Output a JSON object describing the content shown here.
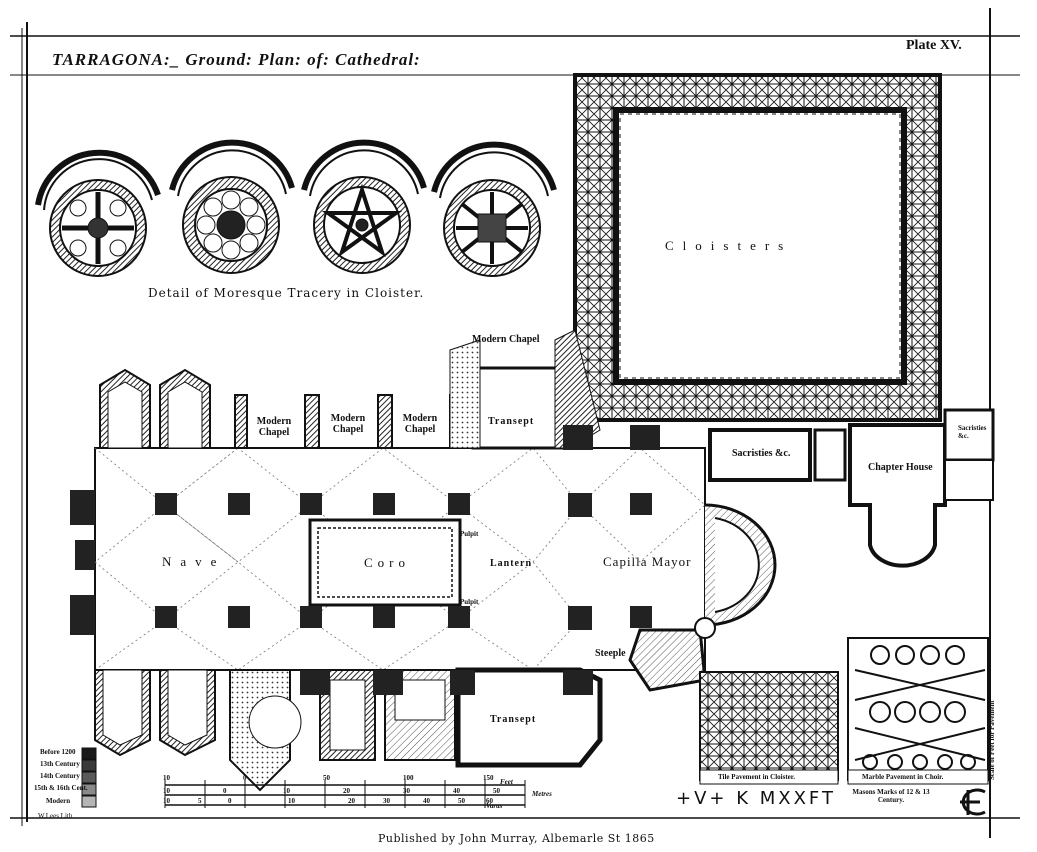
{
  "title": "TARRAGONA:_ Ground: Plan: of: Cathedral:",
  "plate_number": "Plate XV.",
  "tracery_caption": "Detail of Moresque Tracery in Cloister.",
  "labels": {
    "cloisters": "Cloisters",
    "modern_chapel_top": "Modern Chapel",
    "modern_chapel_1": "Modern Chapel",
    "modern_chapel_2": "Modern Chapel",
    "modern_chapel_3": "Modern Chapel",
    "transept_north": "Transept",
    "transept_south": "Transept",
    "sacristies": "Sacristies &c.",
    "sacristies_small": "Sacristies &c.",
    "chapter_house": "Chapter House",
    "nave": "Nave",
    "coro": "Coro",
    "lantern": "Lantern",
    "capilla_mayor": "Capilla Mayor",
    "steeple": "Steeple",
    "pulpit_top": "Pulpit",
    "pulpit_bottom": "Pulpit",
    "tile_pavement": "Tile Pavement in Cloister.",
    "marble_pavement": "Marble Pavement in Choir.",
    "scale_pavement": "Scale of Feet for Pavement",
    "masons_marks": "Masons Marks of 12 & 13 Century.",
    "masons_glyphs": "+V+ K MXXFT"
  },
  "legend": {
    "items": [
      {
        "label": "Before 1200",
        "color": "#1a1a1a"
      },
      {
        "label": "13th Century",
        "color": "#3a3a3a"
      },
      {
        "label": "14th Century",
        "color": "#5a5a5a"
      },
      {
        "label": "15th & 16th Cent.",
        "color": "#8a8a8a"
      },
      {
        "label": "Modern",
        "color": "#b5b5b5"
      }
    ]
  },
  "scales": {
    "feet": {
      "label": "Feet",
      "ticks": [
        "10",
        "0",
        "50",
        "100",
        "150"
      ]
    },
    "metres": {
      "label": "Metres",
      "ticks": [
        "10",
        "0",
        "10",
        "20",
        "30",
        "40",
        "50"
      ]
    },
    "varas": {
      "label": "Varas",
      "ticks": [
        "10",
        "5",
        "0",
        "10",
        "20",
        "30",
        "40",
        "50",
        "60"
      ]
    }
  },
  "engraver": "W.Lees Lith",
  "publisher": "Published by John Murray, Albemarle St 1865",
  "colors": {
    "ink": "#111111",
    "hatch": "#333333",
    "paper": "#ffffff"
  }
}
